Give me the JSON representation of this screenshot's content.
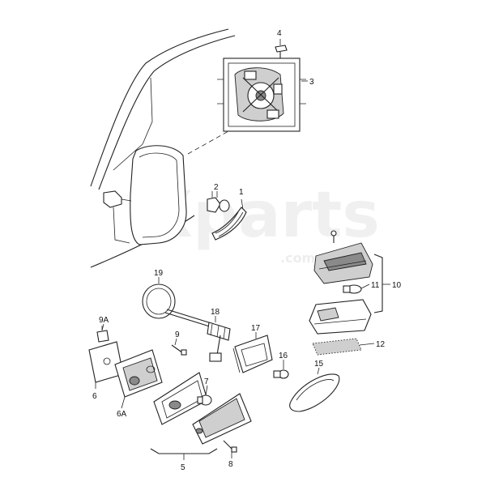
{
  "watermark": {
    "brand": "Xparts",
    "suffix": ".com"
  },
  "callouts": {
    "p1": "1",
    "p2": "2",
    "p3": "3",
    "p4": "4",
    "p5": "5",
    "p6": "6",
    "p6a": "6A",
    "p7": "7",
    "p8": "8",
    "p9": "9",
    "p9a": "9A",
    "p10": "10",
    "p11": "11",
    "p12": "12",
    "p15": "15",
    "p16": "16",
    "p17": "17",
    "p18": "18",
    "p19": "19"
  }
}
